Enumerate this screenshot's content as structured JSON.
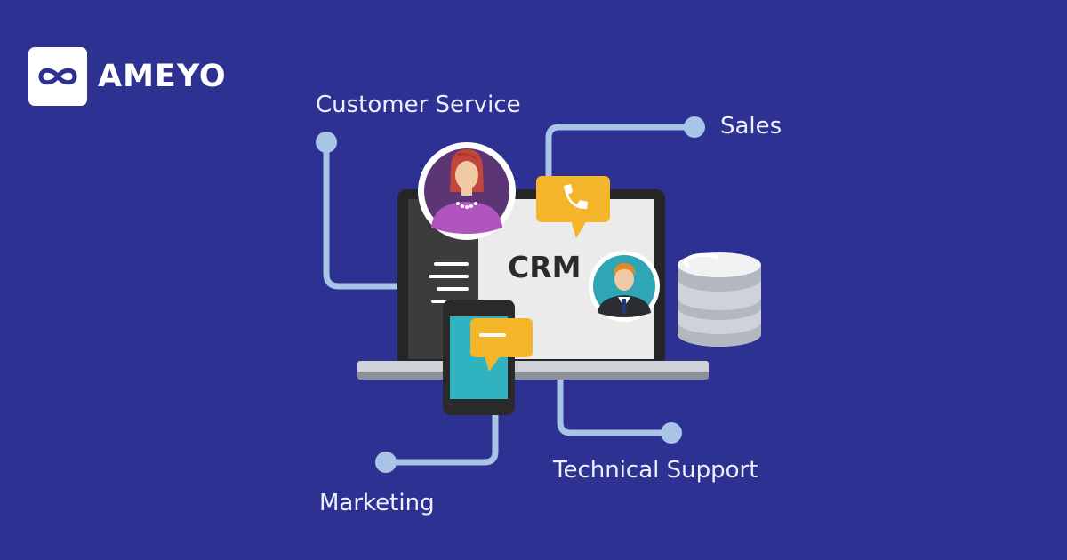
{
  "brand": {
    "name": "AMEYO",
    "icon": "infinity-logo-icon"
  },
  "labels": {
    "customer_service": "Customer Service",
    "sales": "Sales",
    "marketing": "Marketing",
    "technical_support": "Technical Support"
  },
  "screen": {
    "title": "CRM"
  },
  "colors": {
    "background": "#2d3192",
    "connector": "#a8c5e8",
    "bubble": "#f5b52a",
    "tablet_screen": "#2fb3c0",
    "avatar_woman_bg": "#5c3574",
    "avatar_man_bg": "#2fa6b5"
  }
}
